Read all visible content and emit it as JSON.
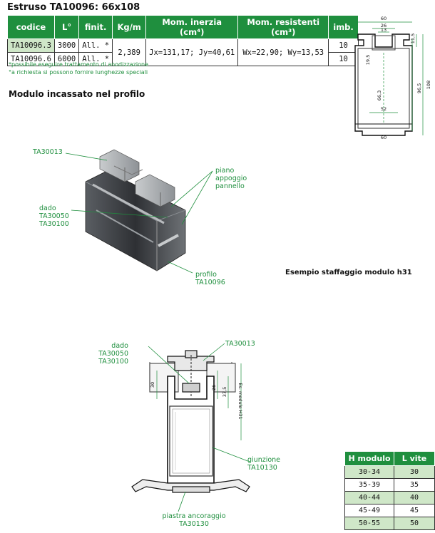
{
  "title": "Estruso TA10096: 66x108",
  "spec_table": {
    "headers": [
      "codice",
      "L°",
      "finit.",
      "Kg/m",
      "Mom. inerzia (cm⁴)",
      "Mom. resistenti (cm³)",
      "imb."
    ],
    "rows": [
      [
        "TA10096.3",
        "3000",
        "All. *"
      ],
      [
        "TA10096.6",
        "6000",
        "All. *"
      ]
    ],
    "kg_m": "2,389",
    "inerzia": "Jx=131,17; Jy=40,61",
    "resistenti": "Wx=22,90; Wy=13,53",
    "imb": [
      "10",
      "10"
    ]
  },
  "notes": [
    "*possibile eseguire trattamento di anodizzazione",
    "°a richiesta si possono fornire lunghezze speciali"
  ],
  "section_heading": "Modulo incassato nel profilo",
  "profile_dims": {
    "top_width": "60",
    "inner_top": "26",
    "slot": "13",
    "bottom_width": "60",
    "d1": "11,5",
    "d2": "19,5",
    "d3": "66,3",
    "d4": "52",
    "d5": "96,5",
    "height": "108"
  },
  "iso_labels": {
    "ta30013": "TA30013",
    "piano": [
      "piano",
      "appoggio",
      "pannello"
    ],
    "dado": [
      "dado",
      "TA30050",
      "TA30100"
    ],
    "profilo": [
      "profilo",
      "TA10096"
    ]
  },
  "example_label": "Esempio staffaggio modulo h31",
  "section_labels": {
    "dado": [
      "dado",
      "TA30050",
      "TA30100"
    ],
    "ta30013": "TA30013",
    "giunzione": [
      "giunzione",
      "TA10130"
    ],
    "piastra": [
      "piastra ancoraggio",
      "TA30130"
    ],
    "dim30": "30",
    "dim26": "26",
    "dim375": "37,5",
    "modulo": "Es. modulo H31"
  },
  "vite_table": {
    "headers": [
      "H modulo",
      "L vite"
    ],
    "rows": [
      [
        "30-34",
        "30"
      ],
      [
        "35-39",
        "35"
      ],
      [
        "40-44",
        "40"
      ],
      [
        "45-49",
        "45"
      ],
      [
        "50-55",
        "50"
      ]
    ]
  }
}
